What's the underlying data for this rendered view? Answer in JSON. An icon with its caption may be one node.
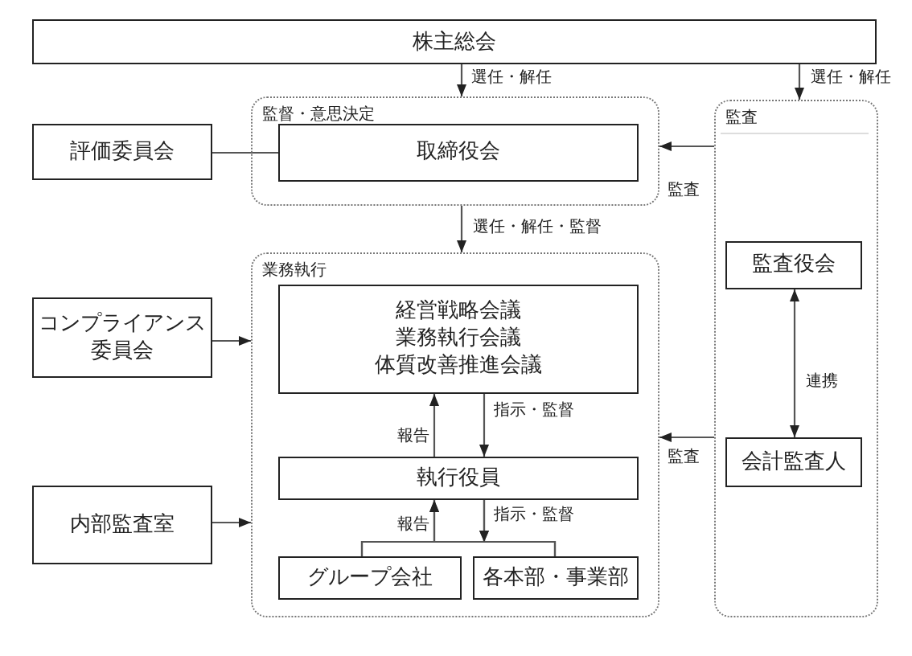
{
  "diagram": {
    "nodes": [
      {
        "text": [
          "株主総会"
        ]
      },
      {
        "text": [
          "監督・意思決定"
        ]
      },
      {
        "text": [
          "取締役会"
        ],
        "in": 1
      },
      {
        "text": [
          "評価委員会"
        ]
      },
      {
        "text": [
          "監査"
        ]
      },
      {
        "text": [
          "業務執行"
        ]
      },
      {
        "text": [
          "経営戦略会議",
          "業務執行会議",
          "体質改善推進会議"
        ],
        "in": 5
      },
      {
        "text": [
          "執行役員"
        ],
        "in": 5
      },
      {
        "text": [
          "グループ会社"
        ],
        "in": 5
      },
      {
        "text": [
          "各本部・事業部"
        ],
        "in": 5
      },
      {
        "text": [
          "コンプライアンス委員会"
        ]
      },
      {
        "text": [
          "内部監査室"
        ]
      },
      {
        "text": [
          "監査役会"
        ],
        "in": 4
      },
      {
        "text": [
          "会計監査人"
        ],
        "in": 4
      }
    ],
    "edges": [
      {
        "from": 0,
        "to": 1,
        "arrow": "to",
        "label": "選任・解任"
      },
      {
        "from": 0,
        "to": 4,
        "arrow": "to",
        "label": "選任・解任"
      },
      {
        "from": 3,
        "to": 2,
        "arrow": "none"
      },
      {
        "from": 4,
        "to": 1,
        "arrow": "to",
        "label": "監査"
      },
      {
        "from": 1,
        "to": 5,
        "arrow": "to",
        "label": "選任・解任・監督"
      },
      {
        "from": 10,
        "to": 5,
        "arrow": "to"
      },
      {
        "from": 11,
        "to": 5,
        "arrow": "to"
      },
      {
        "from": 4,
        "to": 5,
        "arrow": "to",
        "label": "監査"
      },
      {
        "from": 12,
        "to": 13,
        "arrow": "both",
        "label": "連携"
      },
      {
        "from": 7,
        "to": 6,
        "arrow": "to",
        "label": "報告"
      },
      {
        "from": 6,
        "to": 7,
        "arrow": "to",
        "label": "指示・監督"
      },
      {
        "from": 8,
        "to": 7,
        "arrow": "to",
        "label": "報告"
      },
      {
        "from": 9,
        "to": 7,
        "arrow": "to"
      },
      {
        "from": 7,
        "to": 8,
        "arrow": "to",
        "label": "指示・監督"
      },
      {
        "from": 7,
        "to": 9,
        "arrow": "to"
      }
    ]
  }
}
